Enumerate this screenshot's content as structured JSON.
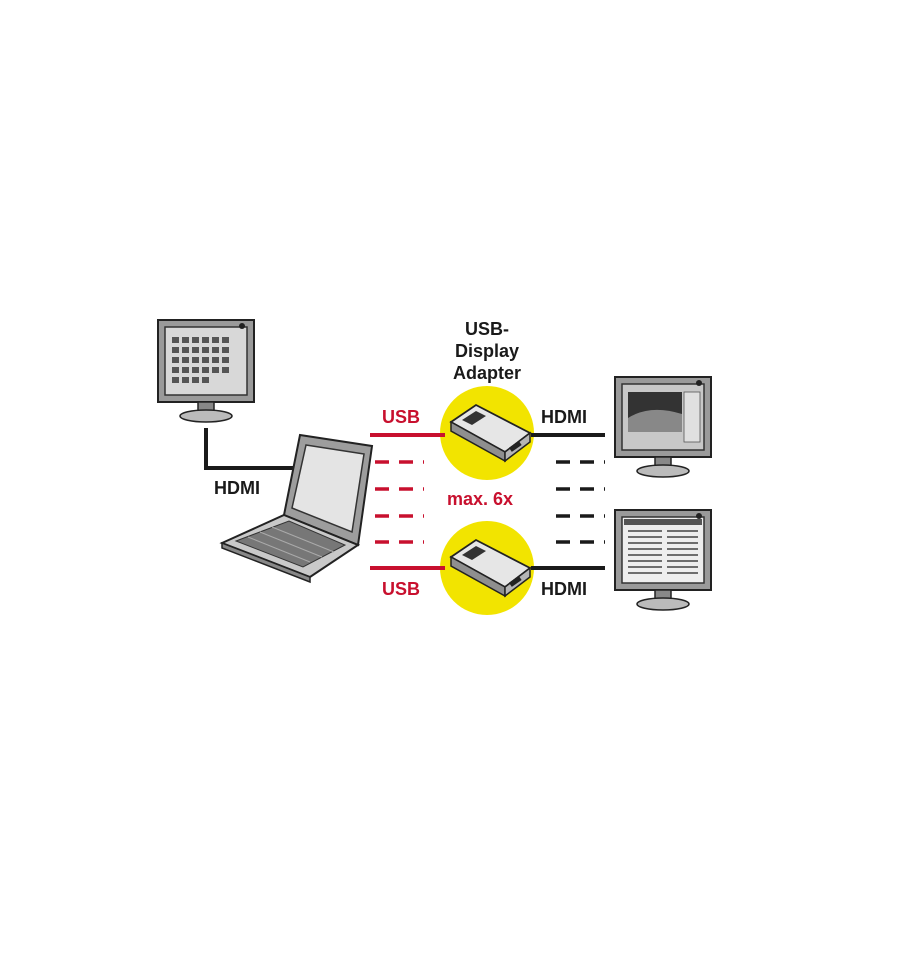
{
  "title": {
    "line1": "USB-",
    "line2": "Display",
    "line3": "Adapter"
  },
  "labels": {
    "hdmi_left": "HDMI",
    "usb_top": "USB",
    "hdmi_top": "HDMI",
    "max": "max. 6x",
    "usb_bottom": "USB",
    "hdmi_bottom": "HDMI"
  },
  "colors": {
    "usb_line": "#c8102e",
    "hdmi_line": "#1a1a1a",
    "adapter_highlight": "#f2e400"
  },
  "icons": [
    "monitor-icon",
    "laptop-icon",
    "usb-display-adapter-icon"
  ]
}
